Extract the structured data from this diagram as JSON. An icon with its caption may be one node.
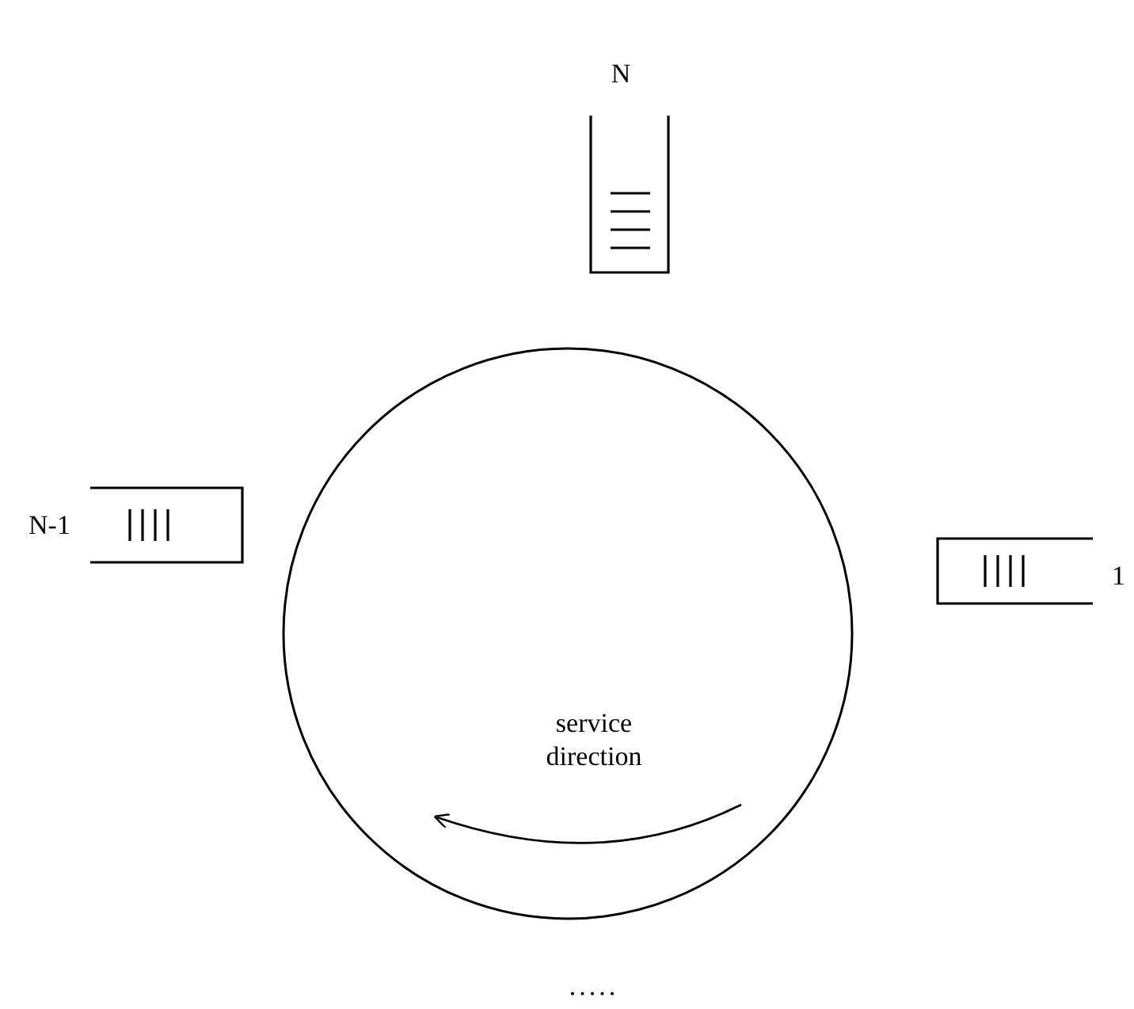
{
  "diagram": {
    "nodes": [
      {
        "text": [
          "N"
        ]
      },
      {
        "text": [
          "N-1"
        ]
      },
      {
        "text": [
          "1"
        ]
      },
      {
        "text": [],
        "shape": "circle"
      }
    ],
    "labels": [
      "service direction",
      "....."
    ]
  }
}
